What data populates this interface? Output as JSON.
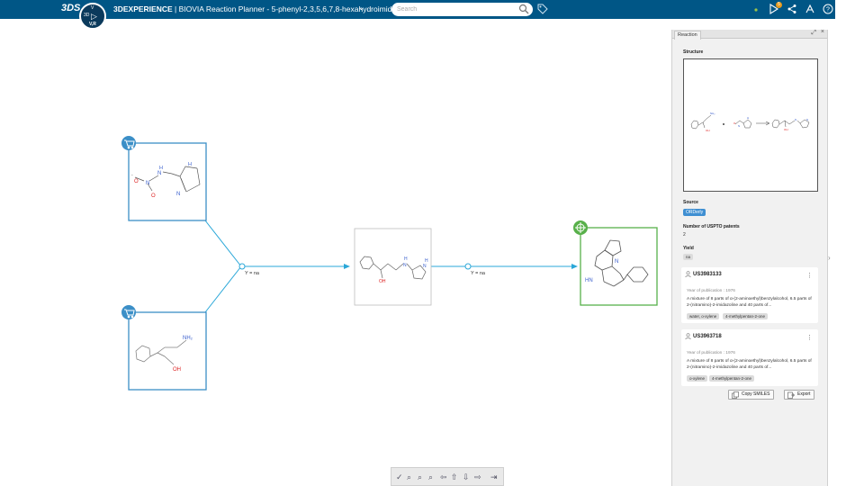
{
  "app": {
    "brand": "3DS",
    "compass_top": "V",
    "compass_left": "3D",
    "compass_number": "V,R",
    "title_bold": "3DEXPERIENCE",
    "title_rest": " | BIOVIA  Reaction Planner - 5-phenyl-2,3,5,6,7,8-hexahydroimida...",
    "search_placeholder": "Search",
    "notification_count": "5"
  },
  "canvas": {
    "yield_label_1": "Y = na",
    "yield_label_2": "Y = na",
    "reactants": [
      {
        "id": "nitroimine",
        "atoms": [
          "N",
          "H",
          "N",
          "O",
          "O",
          "N",
          "H"
        ]
      },
      {
        "id": "aminoalcohol",
        "atoms": [
          "NH₂",
          "OH"
        ]
      }
    ],
    "intermediate_atoms": [
      "OH",
      "H",
      "N",
      "N",
      "H"
    ],
    "product_atoms": [
      "N",
      "HN"
    ]
  },
  "panel": {
    "tab": "Reaction",
    "structure_label": "Structure",
    "source_label": "Source",
    "source_value": "ORDerly",
    "patents_label": "Number of USPTO patents",
    "patents_value": "2",
    "yield_label": "Yield",
    "yield_value": "na",
    "cards": [
      {
        "id": "US3983133",
        "year": "Year of publication : 1976",
        "description": "A mixture of 8 parts of α-(2-aminoethyl)benzylalcohol, 6.5 parts of 2-(nitramino)-2-imidazoline and 40 parts of...",
        "chips": [
          "water, o-xylene",
          "4-methylpentan-2-one"
        ]
      },
      {
        "id": "US3963718",
        "year": "Year of publication : 1976",
        "description": "A mixture of 8 parts of α-(2-aminoethyl)benzylalcohol, 6.5 parts of 2-(nitramino)-2-imidazoline and 40 parts of...",
        "chips": [
          "o-xylene",
          "4-methylpentan-2-one"
        ]
      }
    ],
    "copy_smiles": "Copy SMILES",
    "export": "Export"
  },
  "colors": {
    "header": "#005686",
    "reactant_border": "#3b8fc7",
    "product_border": "#58b04a",
    "arrow": "#2aa7d8"
  }
}
